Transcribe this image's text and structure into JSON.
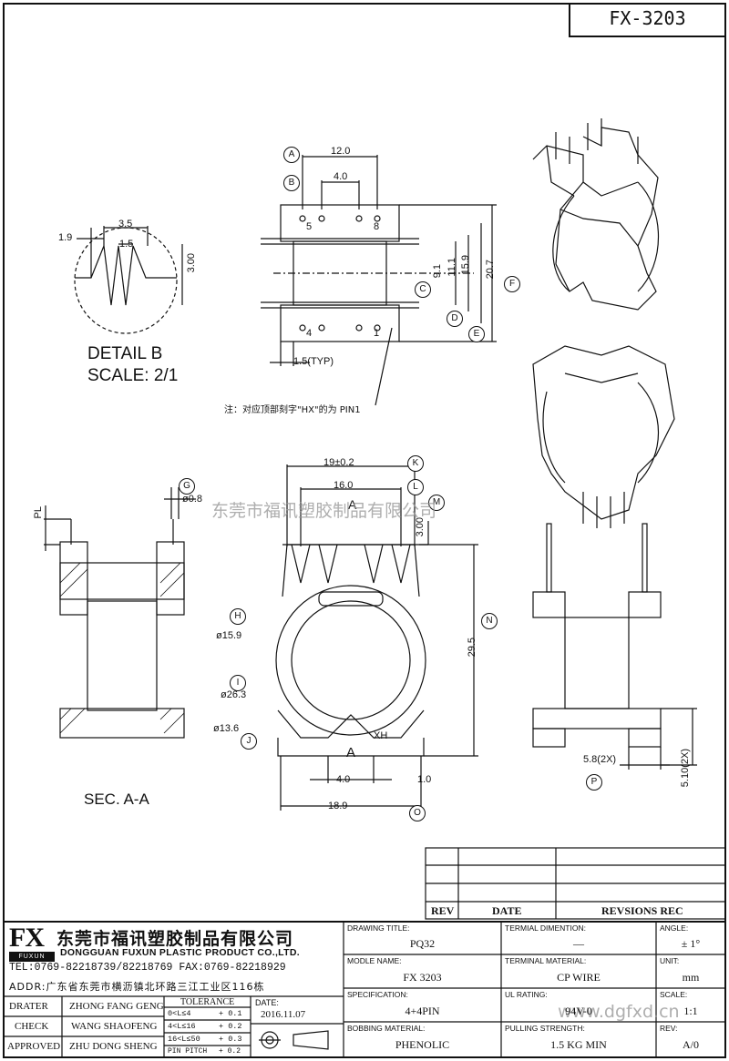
{
  "drawing_no": "FX-3203",
  "detail": {
    "title": "DETAIL B",
    "scale": "SCALE: 2/1",
    "dim_35": "3.5",
    "dim_15": "1.5",
    "dim_19": "1.9",
    "dim_300": "3.00"
  },
  "top_view": {
    "dim_120": "12.0",
    "dim_40": "4.0",
    "pin5": "5",
    "pin8": "8",
    "pin4": "4",
    "pin1": "1",
    "dim_91": "9.1",
    "dim_111": "11.1",
    "dim_159": "15.9",
    "dim_207": "20.7",
    "dim_15typ": "1.5(TYP)",
    "note": "注：对应顶部刻字\"HX\"的为 PIN1"
  },
  "front_view": {
    "dim_190": "19±0.2",
    "dim_160": "16.0",
    "dim_300": "3.00",
    "dim_295": "29.5",
    "dia_159": "ø15.9",
    "dia_263": "ø26.3",
    "dia_136": "ø13.6",
    "dim_40": "4.0",
    "dim_10": "1.0",
    "dim_189": "18.9",
    "label_a": "A",
    "label_xh": "XH",
    "label_a2": "A"
  },
  "section": {
    "title": "SEC. A-A",
    "pl": "PL",
    "dia_08": "ø0.8"
  },
  "side_view": {
    "dim_58": "5.8(2X)",
    "dim_510": "5.10(2X)"
  },
  "callouts": [
    "A",
    "B",
    "C",
    "D",
    "E",
    "F",
    "G",
    "H",
    "I",
    "J",
    "K",
    "L",
    "M",
    "N",
    "O",
    "P"
  ],
  "watermark": "东莞市福讯塑胶制品有限公司",
  "watermark_url": "www.dgfxd.cn",
  "revision_table": {
    "headers": [
      "REV",
      "DATE",
      "REVSIONS REC"
    ]
  },
  "company": {
    "logo": "FX",
    "logo_sub": "FUXUN",
    "name_cn": "东莞市福讯塑胶制品有限公司",
    "name_en": "DONGGUAN FUXUN PLASTIC PRODUCT CO.,LTD.",
    "tel": "TEL:0769-82218739/82218769 FAX:0769-82218929",
    "addr": "ADDR:广东省东莞市横沥镇北环路三江工业区116栋"
  },
  "signoff": [
    {
      "role": "DRATER",
      "name": "ZHONG FANG GENG"
    },
    {
      "role": "CHECK",
      "name": "WANG SHAOFENG"
    },
    {
      "role": "APPROVED",
      "name": "ZHU DONG SHENG"
    }
  ],
  "tolerance": {
    "title": "TOLERANCE",
    "rows": [
      {
        "range": "0<L≤4",
        "tol": "+ 0.1"
      },
      {
        "range": "4<L≤16",
        "tol": "+ 0.2"
      },
      {
        "range": "16<L≤50",
        "tol": "+ 0.3"
      },
      {
        "range": "PIN PITCH",
        "tol": "+ 0.2"
      }
    ]
  },
  "date_label": "DATE:",
  "date_value": "2016.11.07",
  "fields": {
    "drawing_title_label": "DRAWING TITLE:",
    "drawing_title": "PQ32",
    "model_name_label": "MODLE NAME:",
    "model_name": "FX 3203",
    "spec_label": "SPECIFICATION:",
    "spec": "4+4PIN",
    "bobbin_label": "BOBBING MATERIAL:",
    "bobbin": "PHENOLIC",
    "term_dim_label": "TERMIAL DIMENTION:",
    "term_dim": "—",
    "term_mat_label": "TERMINAL MATERIAL:",
    "term_mat": "CP WIRE",
    "ul_label": "UL RATING:",
    "ul": "94V-0",
    "pull_label": "PULLING STRENGTH:",
    "pull": "1.5 KG MIN",
    "angle_label": "ANGLE:",
    "angle": "± 1°",
    "unit_label": "UNIT:",
    "unit": "mm",
    "scale_label": "SCALE:",
    "scale": "1:1",
    "rev_label": "REV:",
    "rev": "A/0"
  }
}
